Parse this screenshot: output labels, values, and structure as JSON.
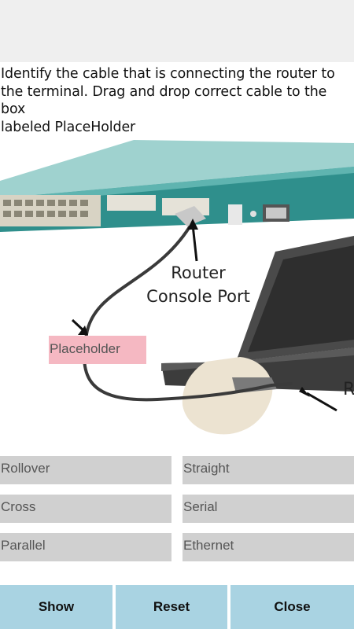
{
  "question": {
    "line1": "Identify the cable that is connecting the router to",
    "line2": "the terminal. Drag and drop correct cable to the box",
    "line3": "labeled PlaceHolder"
  },
  "illustration": {
    "router_label_line1": "Router",
    "router_label_line2": "Console Port",
    "cut_off_label": "R"
  },
  "drop_target": {
    "label": "Placeholder"
  },
  "options": [
    "Rollover",
    "Straight",
    "Cross",
    "Serial",
    "Parallel",
    "Ethernet"
  ],
  "buttons": {
    "show": "Show",
    "reset": "Reset",
    "close": "Close"
  },
  "colors": {
    "button_bg": "#a9d3e2",
    "option_bg": "#d0d0d0",
    "placeholder_bg": "#f5b8c2",
    "router_teal": "#3a9c99"
  }
}
